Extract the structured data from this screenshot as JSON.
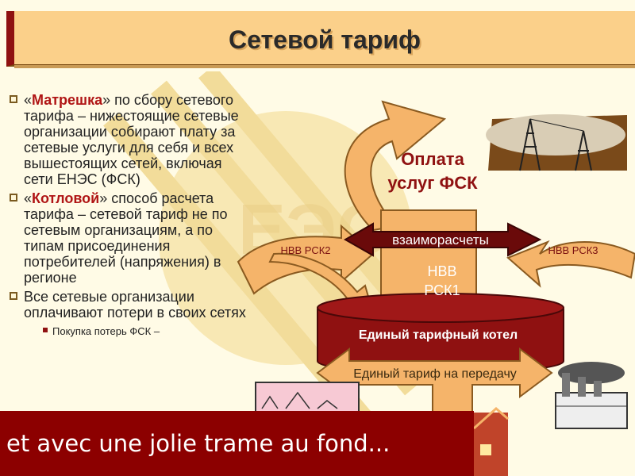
{
  "slide": {
    "title": "Сетевой тариф",
    "watermark_text": "ЕЭС"
  },
  "bullets": [
    {
      "quote_open": "«",
      "bold": "Матрешка",
      "rest": "» по сбору сетевого тарифа – нижестоящие сетевые организации собирают плату за сетевые услуги для себя и всех вышестоящих сетей, включая сети ЕНЭС (ФСК)"
    },
    {
      "quote_open": "«",
      "bold": "Котловой",
      "rest": "» способ расчета тарифа – сетевой тариф не по сетевым организациям, а по типам присоединения потребителей (напряжения) в регионе"
    },
    {
      "quote_open": "",
      "bold": "",
      "rest": "Все сетевые организации оплачивают потери в своих сетях"
    }
  ],
  "sub_bullet": "Покупка потерь ФСК –",
  "diagram": {
    "fsk_payment": [
      "Оплата",
      "услуг ФСК"
    ],
    "settlements": "взаиморасчеты",
    "nvv_rsk2": "НВВ РСК2",
    "nvv_rsk3": "НВВ РСК3",
    "nvv_rsk1": [
      "НВВ",
      "РСК1"
    ],
    "boiler": "Единый тарифный котел",
    "single_tariff": "Единый тариф на передачу"
  },
  "caption": "et avec une jolie trame au fond...",
  "colors": {
    "dark_red": "#8c0000",
    "orange": "#f5b46a",
    "title_bg": "#fbd08a"
  },
  "icons": [
    "power-tower-icon",
    "factory-icon",
    "house-icon",
    "city-icon"
  ]
}
